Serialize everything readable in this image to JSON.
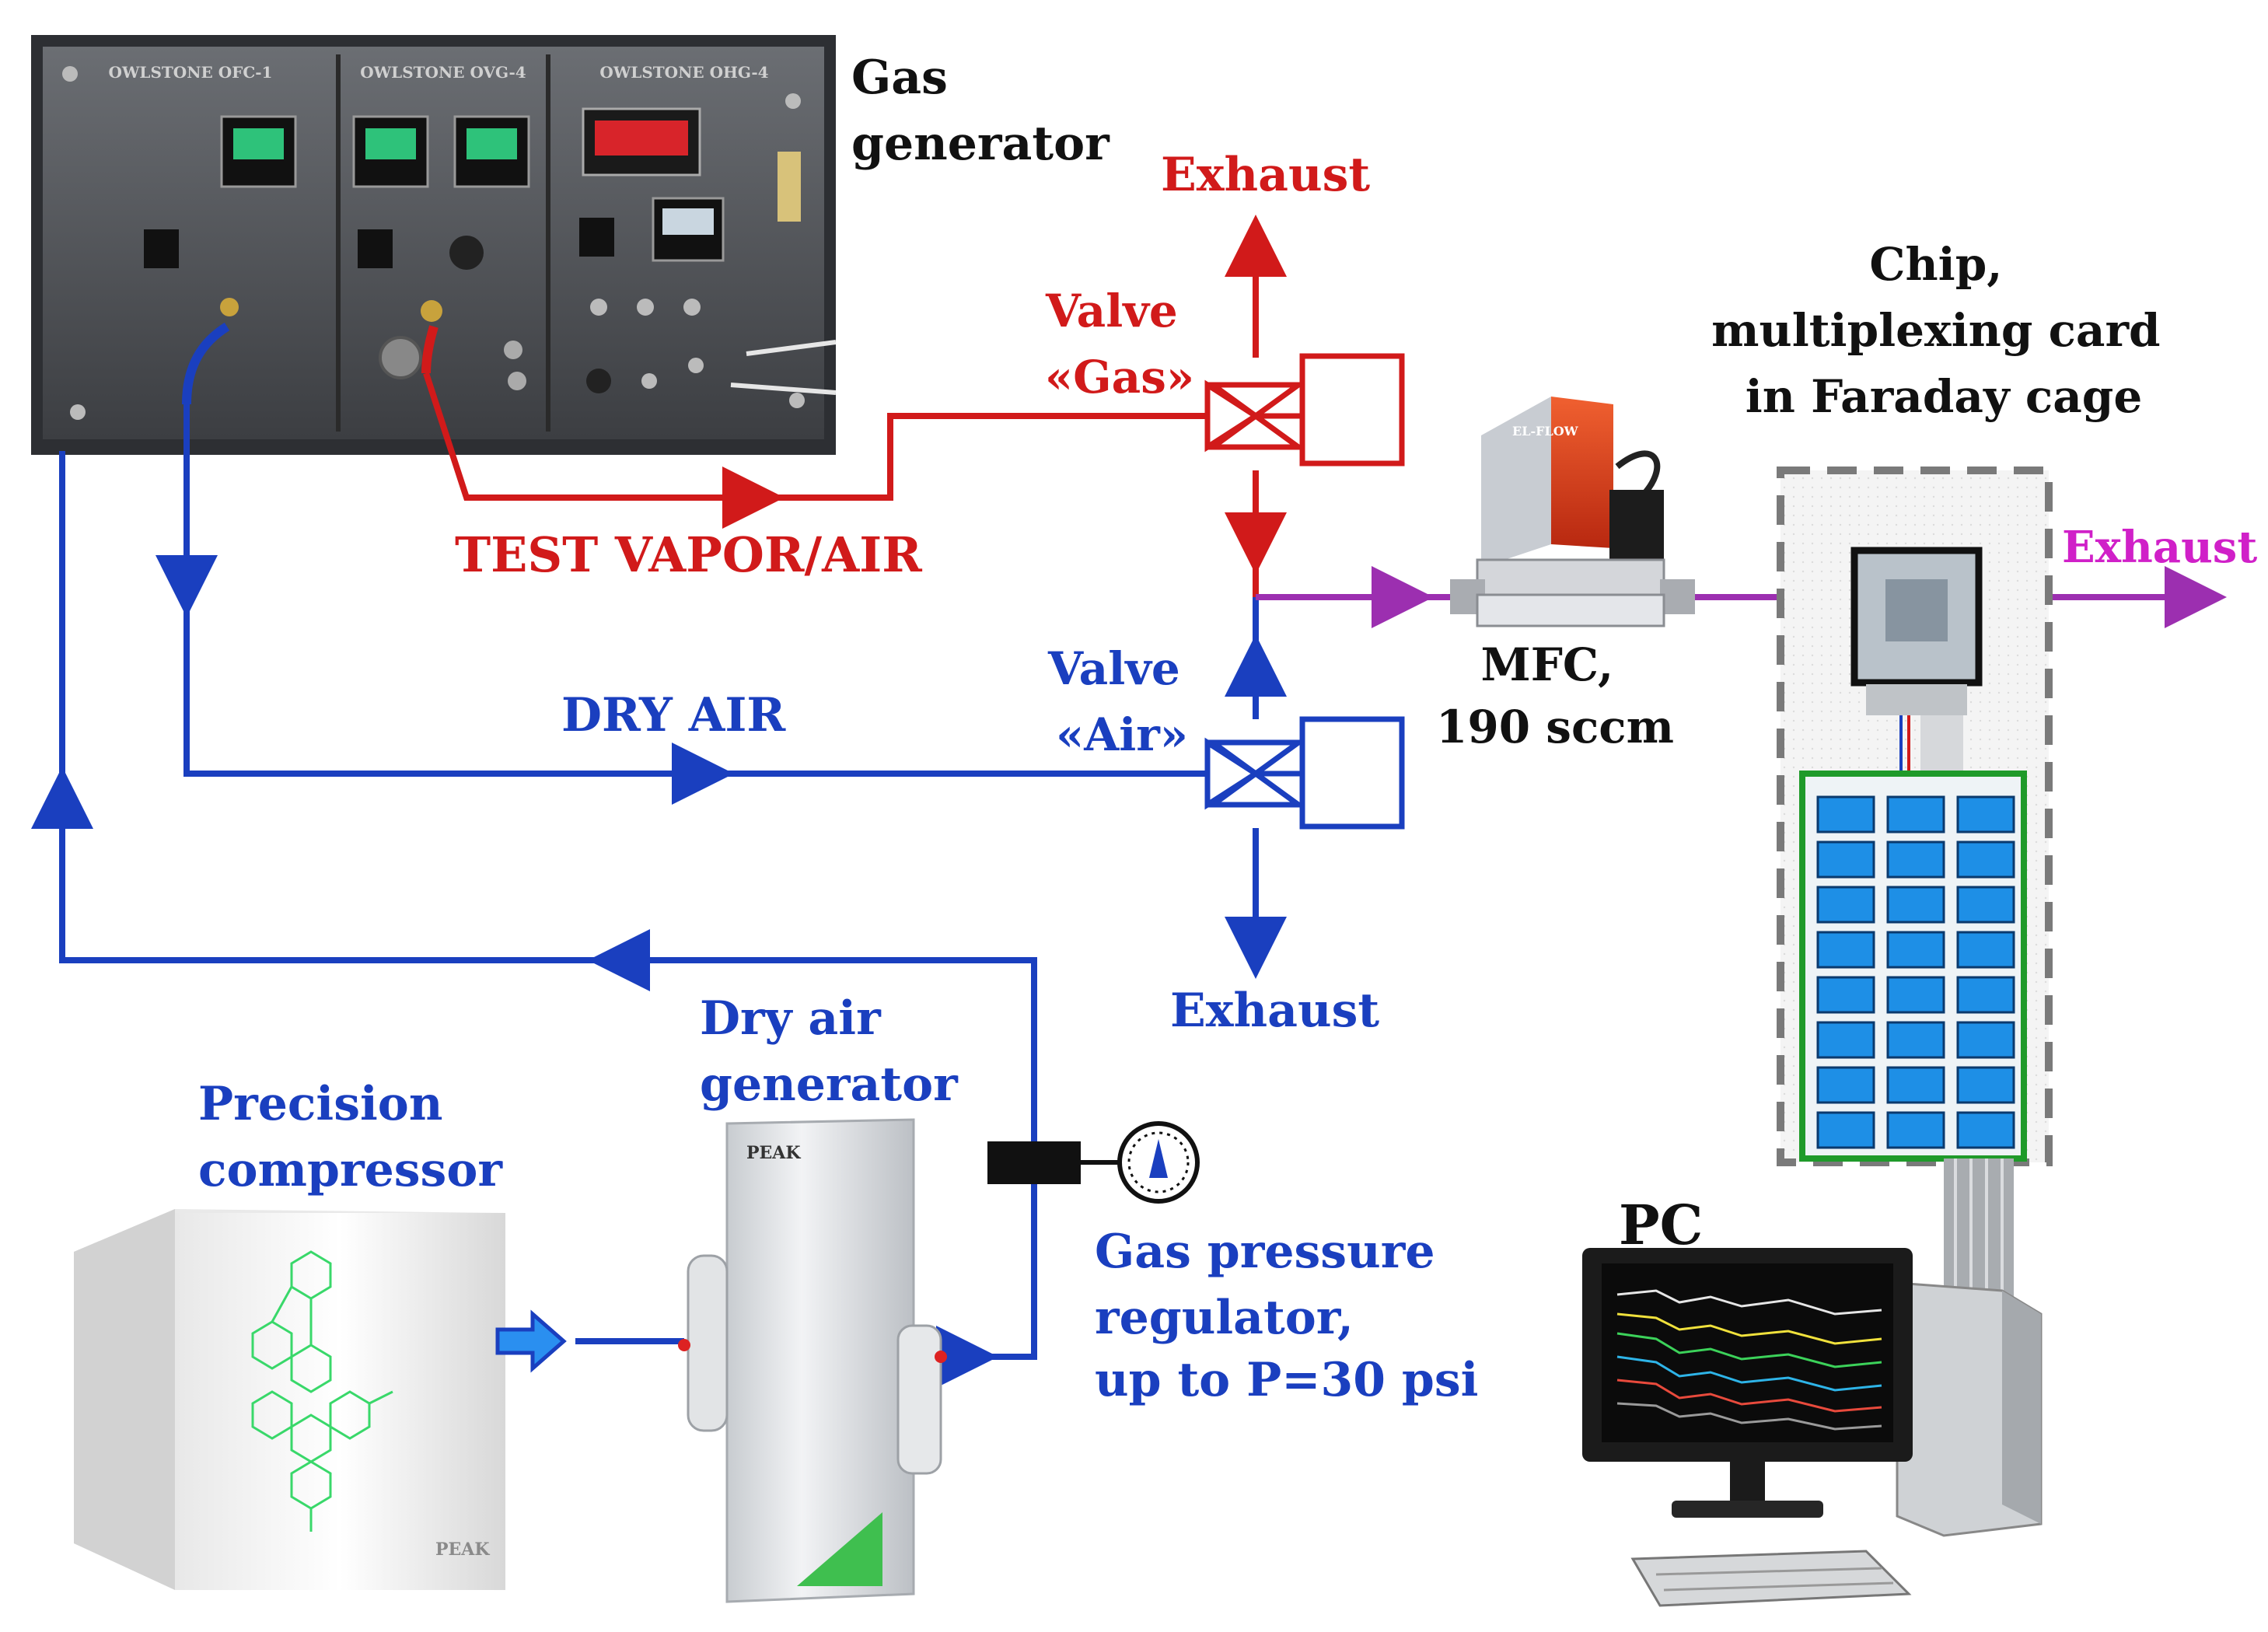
{
  "labels": {
    "gas_generator": [
      "Gas",
      "generator"
    ],
    "exhaust_top": "Exhaust",
    "valve_gas": [
      "Valve",
      "«Gas»"
    ],
    "test_vapor_air": "TEST VAPOR/AIR",
    "chip_cage": [
      "Chip,",
      "multiplexing card",
      "in Faraday cage"
    ],
    "exhaust_right": "Exhaust",
    "mfc": [
      "MFC,",
      "190 sccm"
    ],
    "valve_air": [
      "Valve",
      "«Air»"
    ],
    "dry_air": "DRY AIR",
    "exhaust_bottom": "Exhaust",
    "dry_air_generator": [
      "Dry air",
      "generator"
    ],
    "precision_compressor": [
      "Precision",
      "compressor"
    ],
    "gas_pressure_regulator": [
      "Gas pressure",
      "regulator,",
      "up to P=30 psi"
    ],
    "pc": "PC"
  },
  "device_text": {
    "gas_gen_panels": [
      "OWLSTONE OFC-1",
      "OWLSTONE OVG-4",
      "OWLSTONE OHG-4"
    ],
    "brand_peak": "PEAK",
    "mfc_brand": "EL-FLOW"
  },
  "colors": {
    "gas_line": "#d11a1a",
    "air_line": "#1a3fbf",
    "mixed_line": "#9c2fb0",
    "exhaust_magenta": "#d020c8",
    "card_border": "#1f9a2a",
    "card_cell": "#1e8fe6"
  }
}
